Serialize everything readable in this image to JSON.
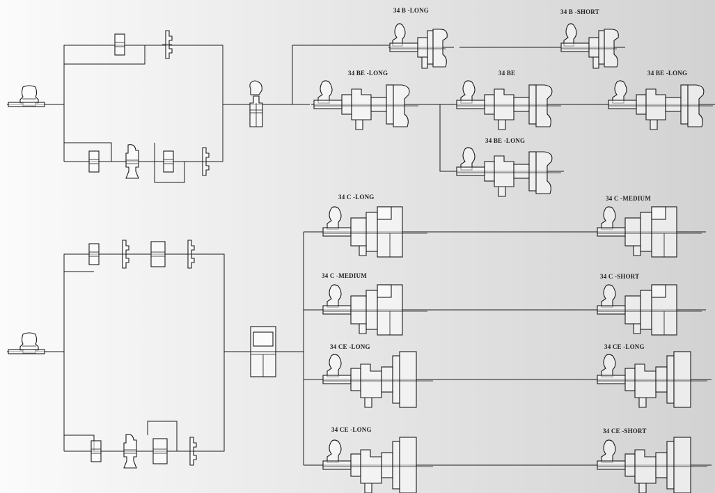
{
  "diagram": {
    "labels": {
      "b_long": "34 B -LONG",
      "b_short": "34 B -SHORT",
      "be_long_1": "34 BE -LONG",
      "be": "34 BE",
      "be_long_2": "34 BE -LONG",
      "be_long_3": "34 BE -LONG",
      "c_long": "34 C -LONG",
      "c_medium_1": "34 C -MEDIUM",
      "c_medium_2": "34 C -MEDIUM",
      "c_short": "34 C -SHORT",
      "ce_long_1": "34 CE -LONG",
      "ce_long_2": "34 CE -LONG",
      "ce_long_3": "34 CE -LONG",
      "ce_short": "34 CE -SHORT"
    }
  }
}
